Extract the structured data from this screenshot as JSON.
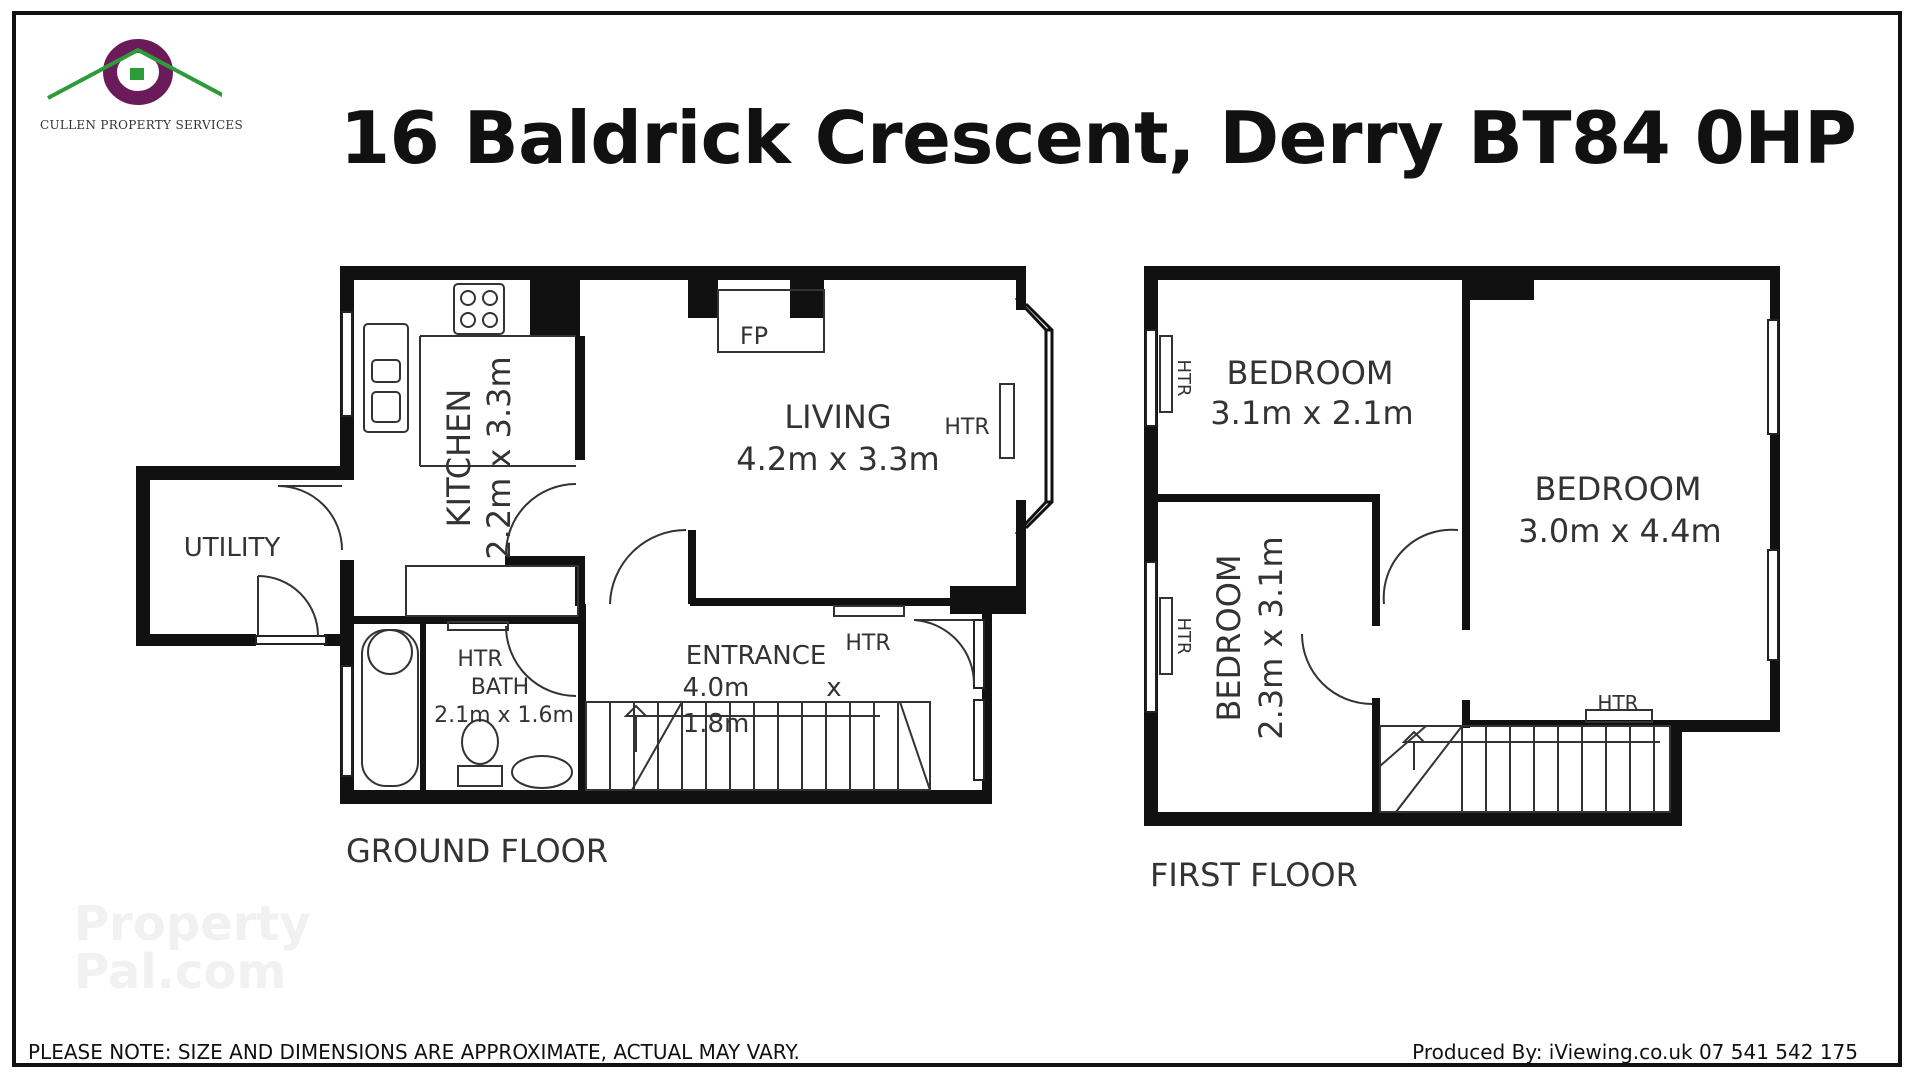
{
  "header": {
    "logo_text": "CULLEN PROPERTY SERVICES",
    "title": "16 Baldrick Crescent, Derry BT84 0HP"
  },
  "ground_floor": {
    "label": "GROUND FLOOR",
    "kitchen": {
      "name": "KITCHEN",
      "dims": "2.2m x 3.3m"
    },
    "living": {
      "name": "LIVING",
      "dims": "4.2m x 3.3m"
    },
    "utility": {
      "name": "UTILITY"
    },
    "bath": {
      "name": "BATH",
      "dims": "2.1m x 1.6m"
    },
    "entrance": {
      "name": "ENTRANCE",
      "dims_a": "4.0m",
      "dims_x": "x",
      "dims_b": "1.8m"
    },
    "fp": "FP",
    "htr": "HTR"
  },
  "first_floor": {
    "label": "FIRST FLOOR",
    "bedroom_1": {
      "name": "BEDROOM",
      "dims": "3.1m x 2.1m"
    },
    "bedroom_2": {
      "name": "BEDROOM",
      "dims": "3.0m x 4.4m"
    },
    "bedroom_3": {
      "name": "BEDROOM",
      "dims": "2.3m x 3.1m"
    },
    "htr": "HTR"
  },
  "footer": {
    "watermark_line1": "Property",
    "watermark_line2": "Pal.com",
    "note": "PLEASE NOTE: SIZE AND DIMENSIONS ARE APPROXIMATE, ACTUAL MAY VARY.",
    "produced_by": "Produced By: iViewing.co.uk 07 541 542 175"
  },
  "colors": {
    "wall": "#111111",
    "logo_purple": "#6b1b5a",
    "logo_green": "#2e9b3a"
  }
}
